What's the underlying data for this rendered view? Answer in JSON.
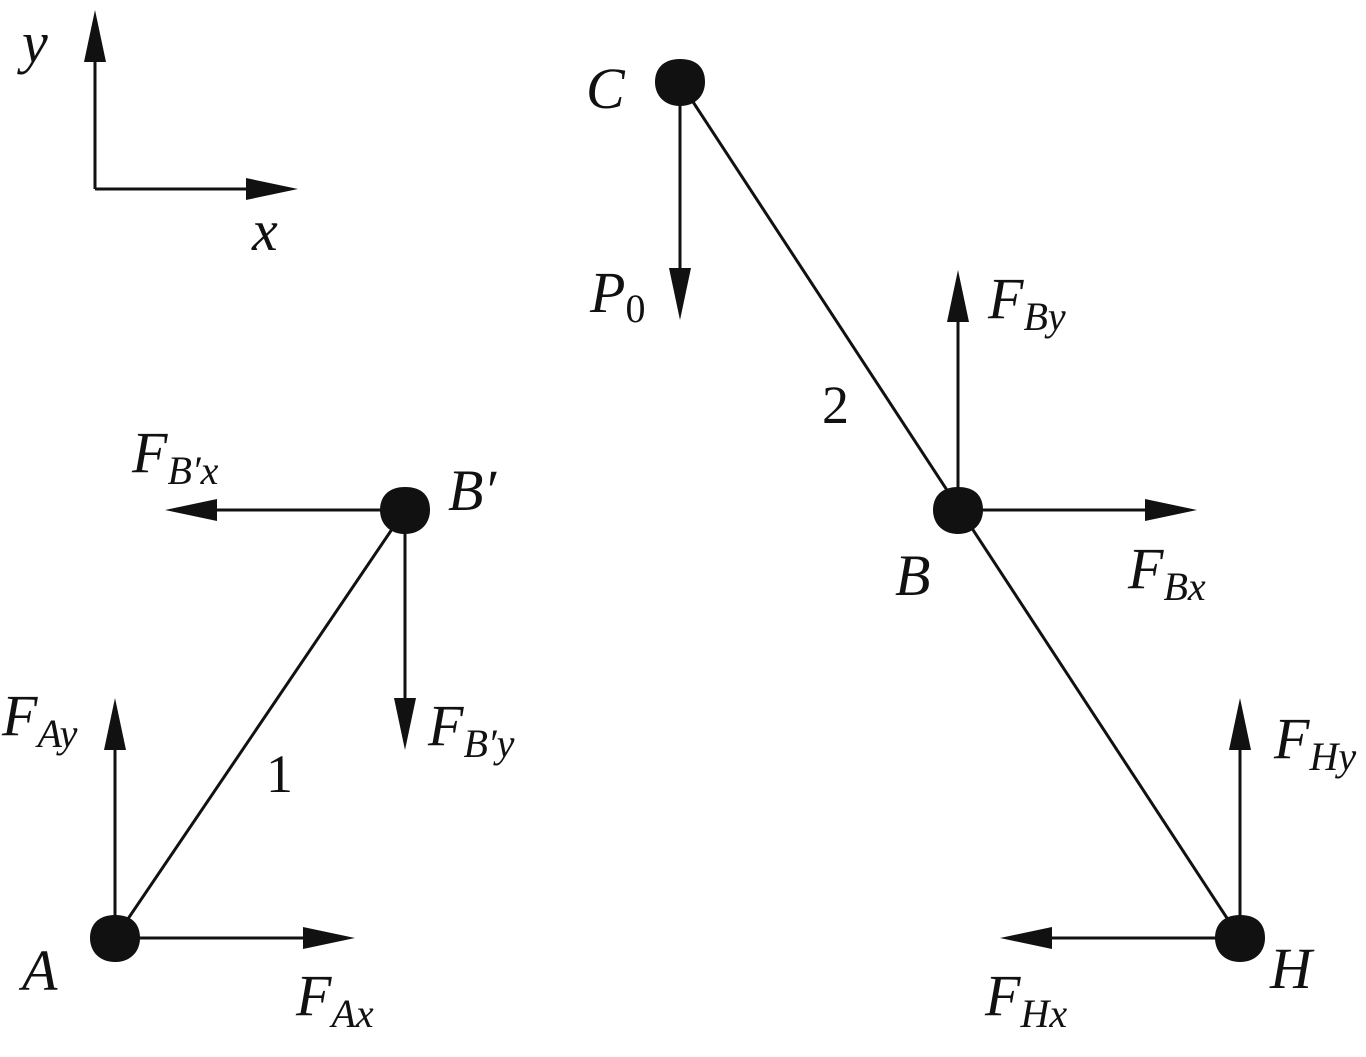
{
  "axes": {
    "x_label": "x",
    "y_label": "y"
  },
  "members": {
    "member1_label": "1",
    "member2_label": "2"
  },
  "points": {
    "A": "A",
    "B_prime": "B′",
    "C": "C",
    "B": "B",
    "H": "H"
  },
  "forces": {
    "F_Ax": {
      "main": "F",
      "sub": "Ax"
    },
    "F_Ay": {
      "main": "F",
      "sub": "Ay"
    },
    "F_Bpx": {
      "main": "F",
      "sub": "B′x"
    },
    "F_Bpy": {
      "main": "F",
      "sub": "B′y"
    },
    "P0": {
      "main": "P",
      "sub": "0"
    },
    "F_By": {
      "main": "F",
      "sub": "By"
    },
    "F_Bx": {
      "main": "F",
      "sub": "Bx"
    },
    "F_Hy": {
      "main": "F",
      "sub": "Hy"
    },
    "F_Hx": {
      "main": "F",
      "sub": "Hx"
    }
  }
}
